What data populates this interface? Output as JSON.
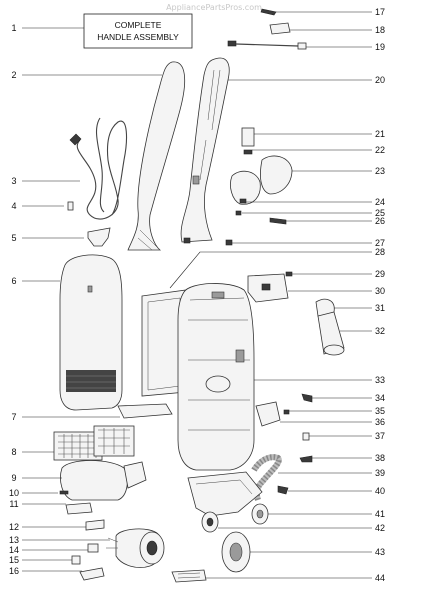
{
  "watermark": "AppliancePartsPros.com",
  "title_box": {
    "line1": "COMPLETE",
    "line2": "HANDLE ASSEMBLY"
  },
  "callouts_left": [
    "1",
    "2",
    "3",
    "4",
    "5",
    "6",
    "7",
    "8",
    "9",
    "10",
    "11",
    "12",
    "13",
    "14",
    "15",
    "16"
  ],
  "callouts_right": [
    "17",
    "18",
    "19",
    "20",
    "21",
    "22",
    "23",
    "24",
    "25",
    "26",
    "27",
    "28",
    "29",
    "30",
    "31",
    "32",
    "33",
    "34",
    "35",
    "36",
    "37",
    "38",
    "39",
    "40",
    "41",
    "42",
    "43",
    "44"
  ]
}
